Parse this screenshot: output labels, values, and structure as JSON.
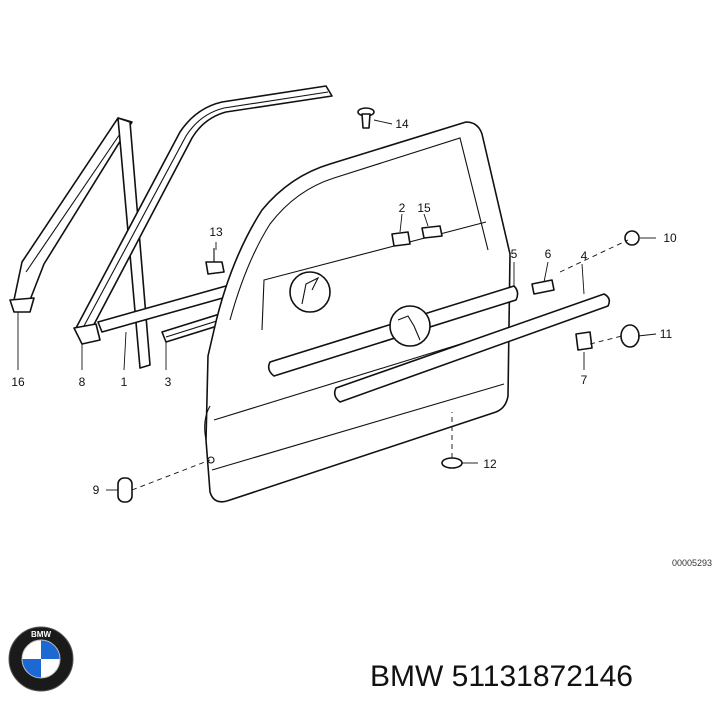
{
  "callouts": [
    "1",
    "2",
    "3",
    "4",
    "5",
    "6",
    "7",
    "8",
    "9",
    "10",
    "11",
    "12",
    "13",
    "14",
    "15",
    "16"
  ],
  "reference_code": "00005293",
  "brand_logo_text": "BMW",
  "part_label": "BMW 51131872146",
  "colors": {
    "line": "#111111",
    "logo_blue": "#1c69d4",
    "logo_ring": "#1a1a1a"
  }
}
